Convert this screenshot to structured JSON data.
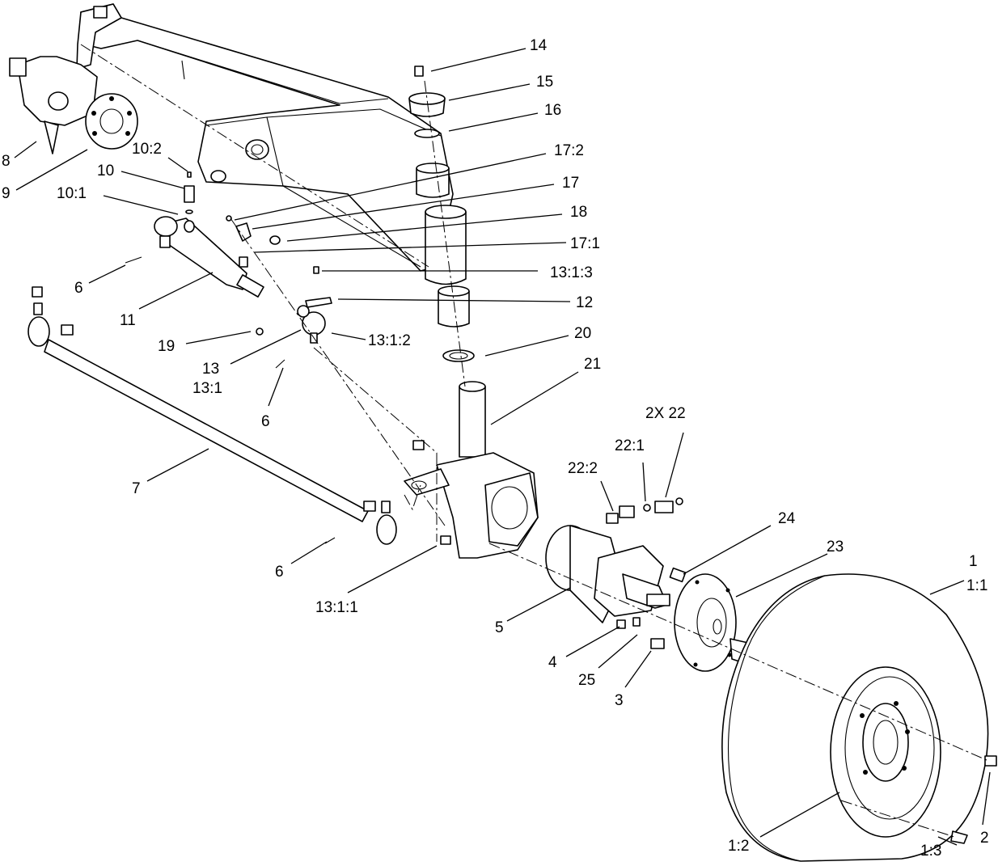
{
  "callouts": {
    "c14": "14",
    "c15": "15",
    "c16": "16",
    "c17_2": "17:2",
    "c17": "17",
    "c18": "18",
    "c17_1": "17:1",
    "c13_1_3": "13:1:3",
    "c12": "12",
    "c13_1_2": "13:1:2",
    "c20": "20",
    "c21": "21",
    "c2x22": "2X 22",
    "c22_1": "22:1",
    "c22_2": "22:2",
    "c24": "24",
    "c23": "23",
    "c1": "1",
    "c1_1": "1:1",
    "c8": "8",
    "c9": "9",
    "c10_2": "10:2",
    "c10": "10",
    "c10_1": "10:1",
    "c6a": "6",
    "c11": "11",
    "c19": "19",
    "c13": "13",
    "c13_1": "13:1",
    "c6b": "6",
    "c7": "7",
    "c6c": "6",
    "c13_1_1": "13:1:1",
    "c5": "5",
    "c4": "4",
    "c25": "25",
    "c3": "3",
    "c2": "2",
    "c1_2": "1:2",
    "c1_3": "1:3"
  }
}
